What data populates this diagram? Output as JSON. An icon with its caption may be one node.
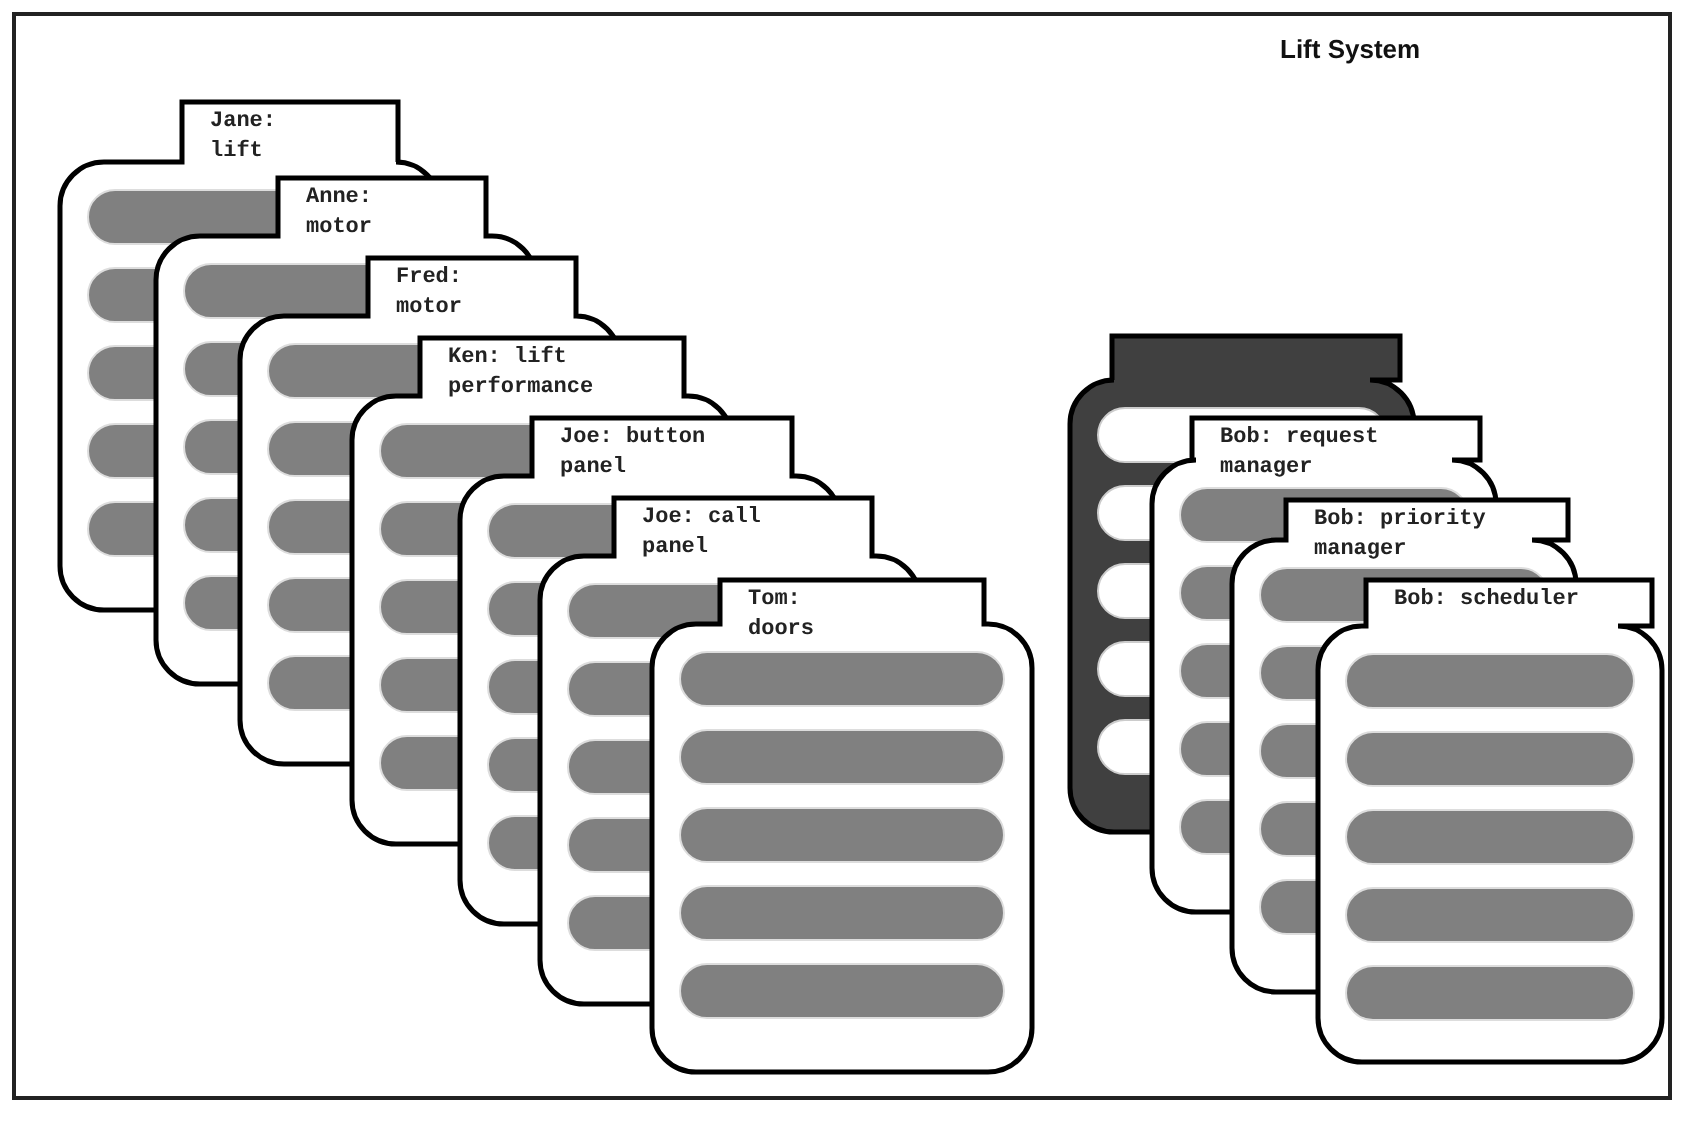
{
  "diagram": {
    "title": "Lift System",
    "nodes": [
      {
        "text": [
          "Jane: lift"
        ]
      },
      {
        "text": [
          "Anne: motor"
        ]
      },
      {
        "text": [
          "Fred: motor"
        ]
      },
      {
        "text": [
          "Ken: lift performance"
        ]
      },
      {
        "text": [
          "Joe: button panel"
        ]
      },
      {
        "text": [
          "Joe: call panel"
        ]
      },
      {
        "text": [
          "Tom: doors"
        ]
      },
      {
        "text": [],
        "shape": "box"
      },
      {
        "text": [
          "Bob: request manager"
        ]
      },
      {
        "text": [
          "Bob: priority manager"
        ]
      },
      {
        "text": [
          "Bob: scheduler"
        ]
      }
    ]
  }
}
